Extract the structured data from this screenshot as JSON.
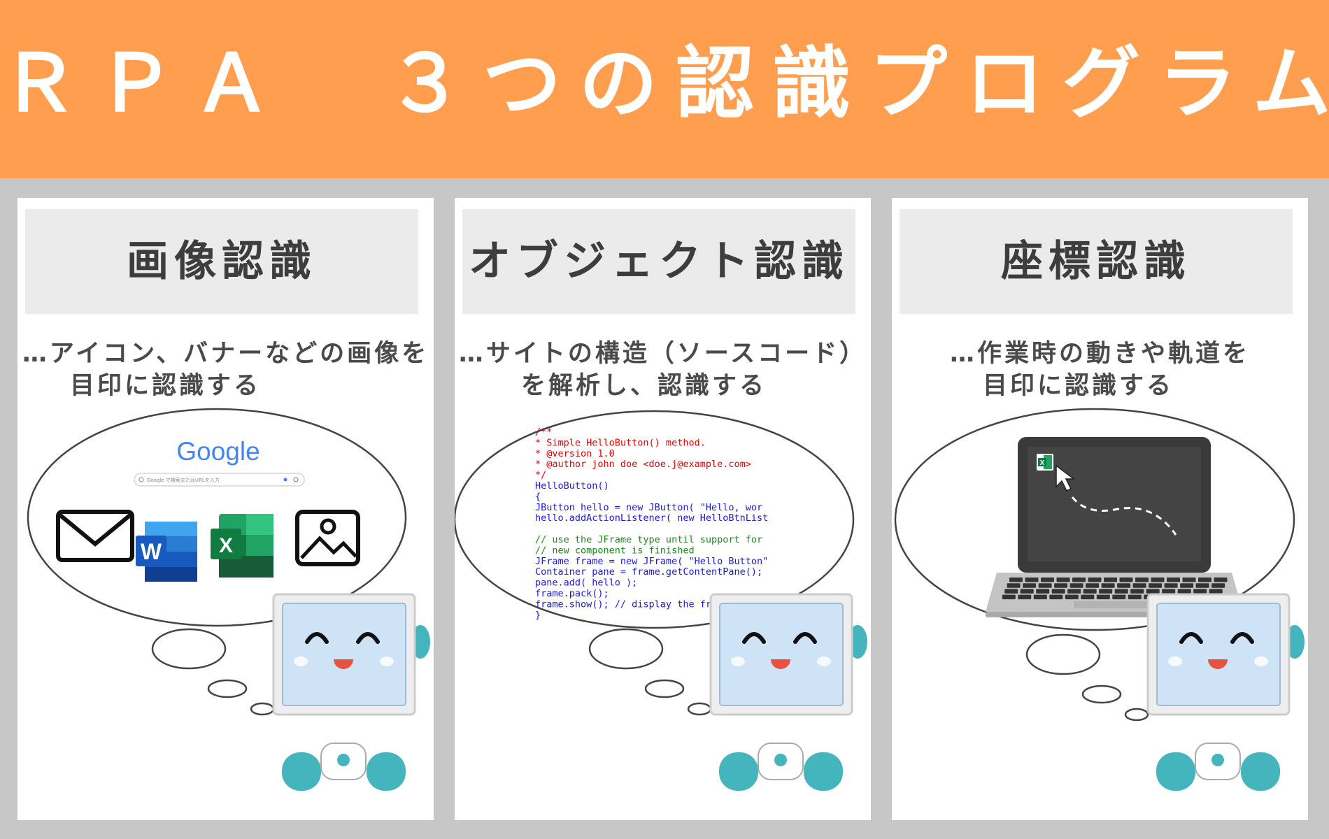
{
  "title": "ＲＰＡ　３つの認識プログラム",
  "panels": [
    {
      "heading": "画像認識",
      "desc_line1": "…アイコン、バナーなどの画像を",
      "desc_line2": "目印に認識する",
      "google_logo": "Google",
      "search_placeholder": "Google で検索またはURLを入力",
      "icons": [
        "mail-icon",
        "word-icon",
        "excel-icon",
        "image-icon"
      ]
    },
    {
      "heading": "オブジェクト認識",
      "desc_line1": "…サイトの構造（ソースコード）",
      "desc_line2": "を解析し、認識する",
      "code_lines": [
        "/**",
        " * Simple HelloButton() method.",
        " * @version 1.0",
        " * @author john doe <doe.j@example.com>",
        " */",
        "HelloButton()",
        "{",
        "  JButton hello = new JButton( \"Hello, wor",
        "  hello.addActionListener( new HelloBtnList",
        "",
        "  // use the JFrame type until support for",
        "  // new component is finished",
        "  JFrame frame = new JFrame( \"Hello Button\"",
        "  Container pane = frame.getContentPane();",
        "  pane.add( hello );",
        "  frame.pack();",
        "  frame.show();          // display the fr",
        "}"
      ]
    },
    {
      "heading": "座標認識",
      "desc_line1": "…作業時の動きや軌道を",
      "desc_line2": "目印に認識する",
      "icons": [
        "laptop-icon",
        "cursor-icon",
        "excel-icon"
      ]
    }
  ],
  "colors": {
    "banner": "#ff9e4e",
    "background": "#c7c7c7",
    "header_box": "#ebebeb",
    "robot_teal": "#45b5bd",
    "robot_screen": "#cfe3f6"
  }
}
